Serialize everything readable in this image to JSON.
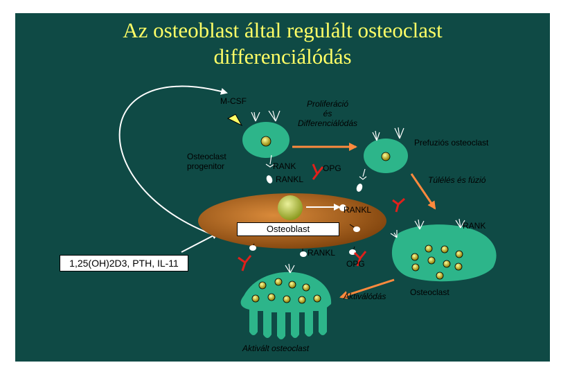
{
  "title": {
    "line1": "Az osteoblast által regulált osteoclast",
    "line2": "differenciálódás"
  },
  "labels": {
    "mcsf": "M-CSF",
    "proliferation_1": "Proliferáció",
    "proliferation_2": "és",
    "proliferation_3": "Differenciálódás",
    "prefusion": "Prefuziós osteoclast",
    "progenitor_1": "Osteoclast",
    "progenitor_2": "progenitor",
    "rank_top": "RANK",
    "rankl_top": "RANKL",
    "opg_top": "OPG",
    "survival": "Túlélés és fúzió",
    "rankl_mid": "RANKL",
    "rank_right": "RANK",
    "osteoblast": "Osteoblast",
    "hormones": "1,25(OH)2D3, PTH, IL-11",
    "rankl_bottom": "RANKL",
    "opg_bottom": "OPG",
    "activation": "Aktiválódás",
    "osteoclast": "Osteoclast",
    "activated": "Aktivált osteoclast"
  },
  "colors": {
    "background": "#0f4a45",
    "title": "#ffff66",
    "cell": "#2db58a",
    "osteoblast": "#b5661a",
    "arrow_orange": "#ff8a3d",
    "opg_red": "#e0201b"
  }
}
